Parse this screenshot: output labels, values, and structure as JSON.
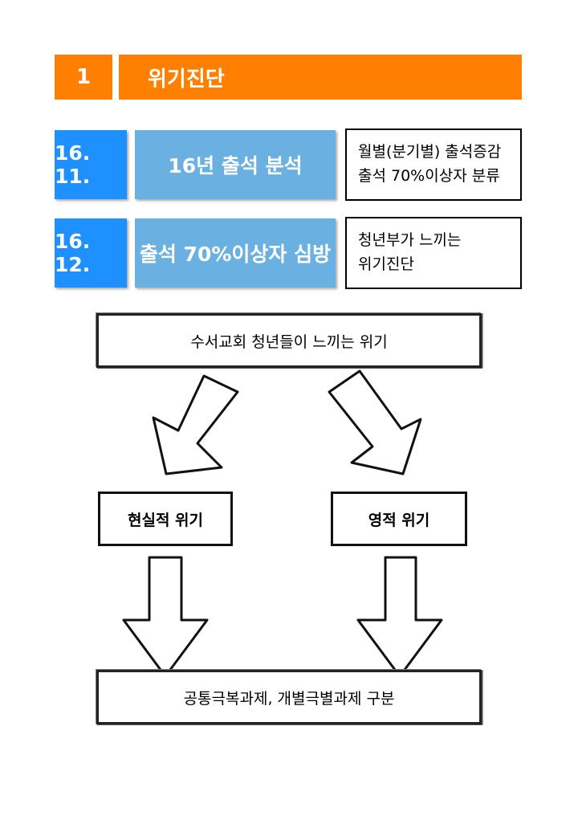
{
  "header": {
    "number": "1",
    "title": "위기진단"
  },
  "rows": [
    {
      "date": "16. 11.",
      "topic": "16년 출석 분석",
      "note_lines": [
        "월별(분기별) 출석증감",
        "출석 70%이상자 분류"
      ]
    },
    {
      "date": "16. 12.",
      "topic": "출석 70%이상자 심방",
      "note_lines": [
        "청년부가 느끼는",
        "위기진단"
      ]
    }
  ],
  "flow": {
    "top": "수서교회 청년들이 느끼는 위기",
    "left": "현실적 위기",
    "right": "영적 위기",
    "bottom": "공통극복과제, 개별극별과제 구분"
  }
}
